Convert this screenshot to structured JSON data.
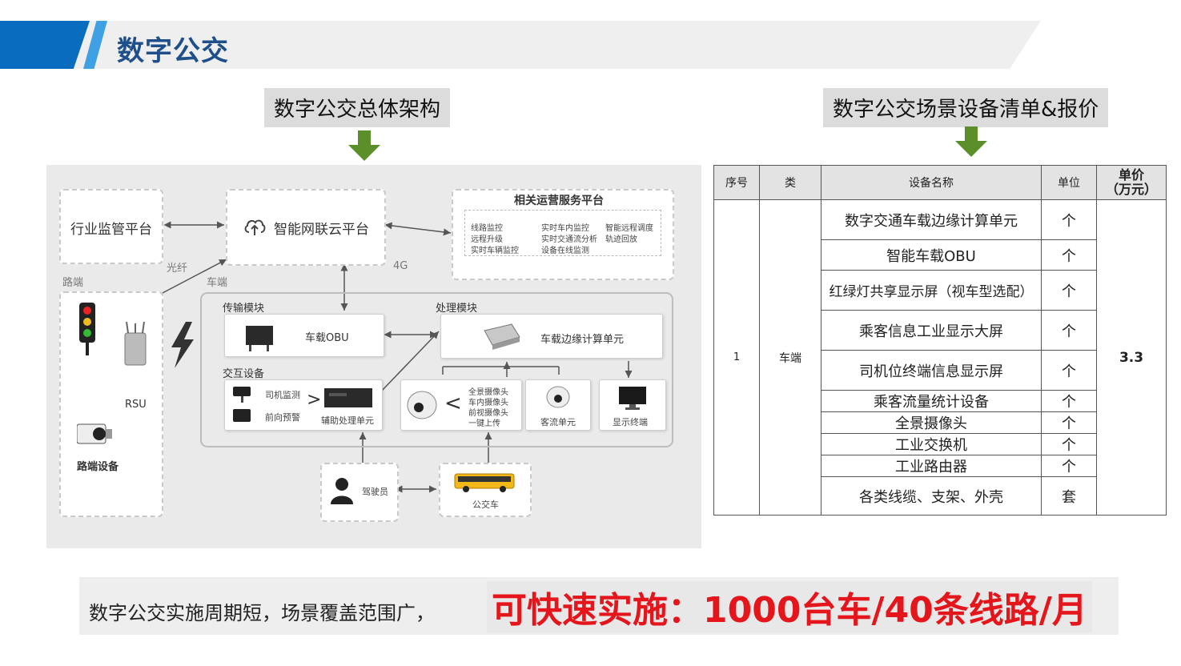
{
  "header": {
    "title": "数字公交"
  },
  "left_section": {
    "label": "数字公交总体架构"
  },
  "right_section": {
    "label": "数字公交场景设备清单&报价"
  },
  "diagram": {
    "regulator": "行业监管平台",
    "cloud": "智能网联云平台",
    "services": {
      "title": "相关运营服务平台",
      "items": [
        "线路监控",
        "实时车内监控",
        "智能远程调度",
        "远程升级",
        "实时交通流分析",
        "轨迹回放",
        "实时车辆监控",
        "设备在线监测"
      ]
    },
    "fiber": "光纤",
    "road_side": "路端",
    "vehicle_side": "车端",
    "net_4g": "4G",
    "rsu": "RSU",
    "road_device": "路端设备",
    "transfer_module": "传输模块",
    "processing_module": "处理模块",
    "obu": "车载OBU",
    "edge": "车载边缘计算单元",
    "interaction": "交互设备",
    "driver_monitor": "司机监测",
    "forward_warning": "前向预警",
    "aux": "辅助处理单元",
    "cameras": [
      "全景摄像头",
      "车内摄像头",
      "前视摄像头",
      "一键上传"
    ],
    "passenger_flow": "客流单元",
    "display": "显示终端",
    "driver": "驾驶员",
    "bus": "公交车"
  },
  "table": {
    "headers": [
      "序号",
      "类",
      "设备名称",
      "单位",
      "单价（万元）"
    ],
    "price_header_line1": "单价",
    "price_header_line2": "（万元）",
    "index": "1",
    "category": "车端",
    "price": "3.3",
    "rows": [
      {
        "name": "数字交通车载边缘计算单元",
        "unit": "个"
      },
      {
        "name": "智能车载OBU",
        "unit": "个"
      },
      {
        "name": "红绿灯共享显示屏（视车型选配）",
        "unit": "个"
      },
      {
        "name": "乘客信息工业显示大屏",
        "unit": "个"
      },
      {
        "name": "司机位终端信息显示屏",
        "unit": "个"
      },
      {
        "name": "乘客流量统计设备",
        "unit": "个"
      },
      {
        "name": "全景摄像头",
        "unit": "个"
      },
      {
        "name": "工业交换机",
        "unit": "个"
      },
      {
        "name": "工业路由器",
        "unit": "个"
      },
      {
        "name": "各类线缆、支架、外壳",
        "unit": "套"
      }
    ]
  },
  "bottom": {
    "text": "数字公交实施周期短，场景覆盖范围广，",
    "highlight": "可快速实施：1000台车/40条线路/月"
  }
}
